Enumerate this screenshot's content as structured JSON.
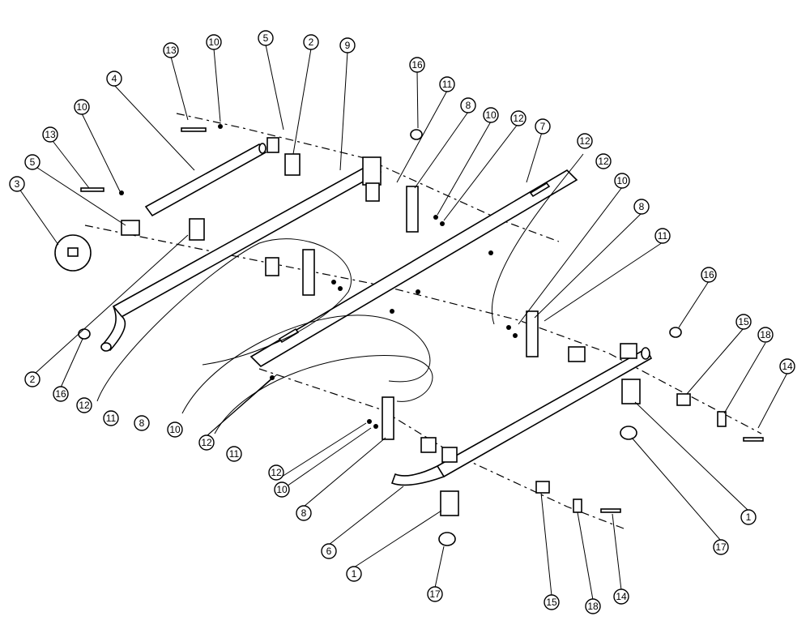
{
  "colors": {
    "line": "#000000",
    "background": "#ffffff"
  },
  "callouts": [
    {
      "id": "c1",
      "label": "13"
    },
    {
      "id": "c2",
      "label": "10"
    },
    {
      "id": "c3",
      "label": "5"
    },
    {
      "id": "c4",
      "label": "2"
    },
    {
      "id": "c5",
      "label": "9"
    },
    {
      "id": "c6",
      "label": "4"
    },
    {
      "id": "c7",
      "label": "16"
    },
    {
      "id": "c8",
      "label": "11"
    },
    {
      "id": "c9",
      "label": "10"
    },
    {
      "id": "c10",
      "label": "8"
    },
    {
      "id": "c11",
      "label": "10"
    },
    {
      "id": "c12",
      "label": "12"
    },
    {
      "id": "c13",
      "label": "7"
    },
    {
      "id": "c14",
      "label": "13"
    },
    {
      "id": "c15",
      "label": "5"
    },
    {
      "id": "c16",
      "label": "3"
    },
    {
      "id": "c17",
      "label": "12"
    },
    {
      "id": "c18",
      "label": "12"
    },
    {
      "id": "c19",
      "label": "10"
    },
    {
      "id": "c20",
      "label": "8"
    },
    {
      "id": "c21",
      "label": "11"
    },
    {
      "id": "c22",
      "label": "16"
    },
    {
      "id": "c23",
      "label": "15"
    },
    {
      "id": "c24",
      "label": "18"
    },
    {
      "id": "c25",
      "label": "14"
    },
    {
      "id": "c26",
      "label": "2"
    },
    {
      "id": "c27",
      "label": "16"
    },
    {
      "id": "c28",
      "label": "12"
    },
    {
      "id": "c29",
      "label": "11"
    },
    {
      "id": "c30",
      "label": "8"
    },
    {
      "id": "c31",
      "label": "10"
    },
    {
      "id": "c32",
      "label": "12"
    },
    {
      "id": "c33",
      "label": "11"
    },
    {
      "id": "c34",
      "label": "12"
    },
    {
      "id": "c35",
      "label": "10"
    },
    {
      "id": "c36",
      "label": "8"
    },
    {
      "id": "c37",
      "label": "6"
    },
    {
      "id": "c38",
      "label": "1"
    },
    {
      "id": "c39",
      "label": "17"
    },
    {
      "id": "c40",
      "label": "15"
    },
    {
      "id": "c41",
      "label": "18"
    },
    {
      "id": "c42",
      "label": "14"
    },
    {
      "id": "c43",
      "label": "1"
    },
    {
      "id": "c44",
      "label": "17"
    }
  ]
}
